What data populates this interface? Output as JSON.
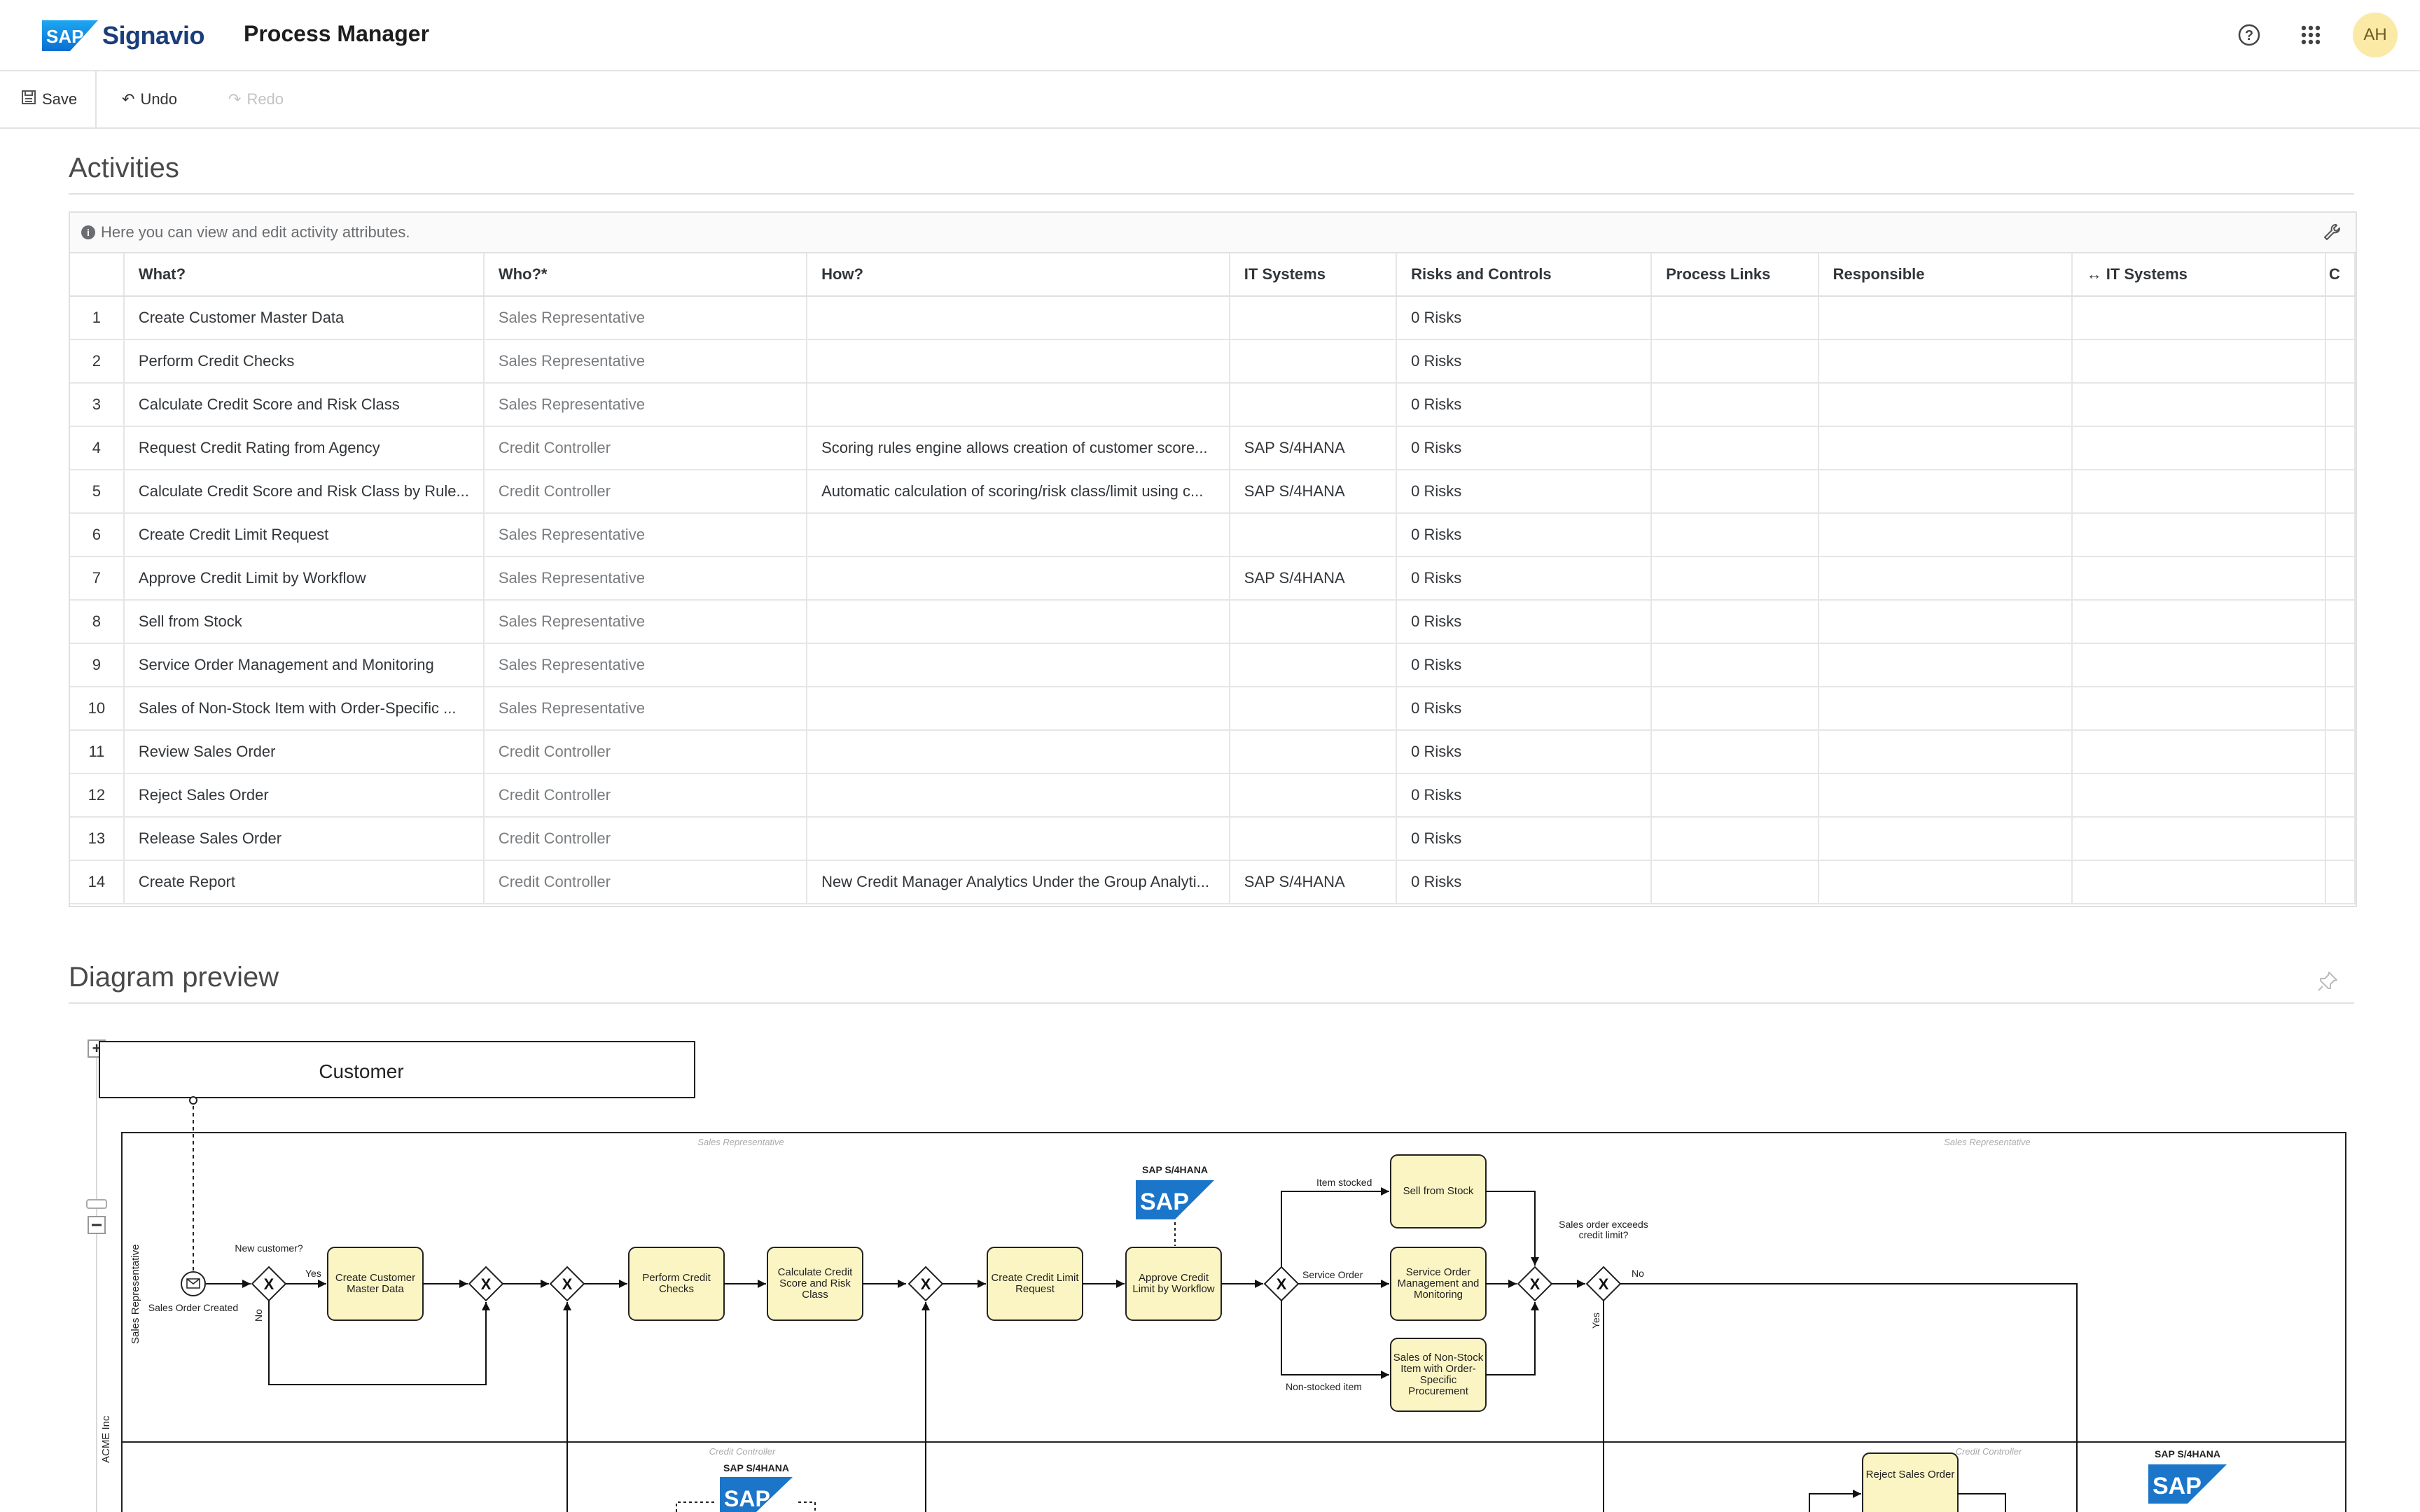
{
  "header": {
    "brand_mark": "SAP",
    "brand_name": "Signavio",
    "app_title": "Process Manager",
    "avatar_initials": "AH",
    "icons": [
      "help-icon",
      "apps-grid-icon"
    ]
  },
  "toolbar": {
    "save_label": "Save",
    "undo_label": "Undo",
    "redo_label": "Redo"
  },
  "activities": {
    "title": "Activities",
    "info_text": "Here you can view and edit activity attributes.",
    "columns": [
      "What?",
      "Who?*",
      "How?",
      "IT Systems",
      "Risks and Controls",
      "Process Links",
      "Responsible",
      "↔ IT Systems",
      "C"
    ],
    "rows": [
      {
        "n": "1",
        "what": "Create Customer Master Data",
        "who": "Sales Representative",
        "how": "",
        "it": "",
        "risks": "0 Risks"
      },
      {
        "n": "2",
        "what": "Perform Credit Checks",
        "who": "Sales Representative",
        "how": "",
        "it": "",
        "risks": "0 Risks"
      },
      {
        "n": "3",
        "what": "Calculate Credit Score and Risk Class",
        "who": "Sales Representative",
        "how": "",
        "it": "",
        "risks": "0 Risks"
      },
      {
        "n": "4",
        "what": "Request Credit Rating from Agency",
        "who": "Credit Controller",
        "how": "Scoring rules engine allows creation of customer score...",
        "it": "SAP S/4HANA",
        "risks": "0 Risks"
      },
      {
        "n": "5",
        "what": "Calculate Credit Score and Risk Class by Rule...",
        "who": "Credit Controller",
        "how": "Automatic calculation of scoring/risk class/limit using c...",
        "it": "SAP S/4HANA",
        "risks": "0 Risks"
      },
      {
        "n": "6",
        "what": "Create Credit Limit Request",
        "who": "Sales Representative",
        "how": "",
        "it": "",
        "risks": "0 Risks"
      },
      {
        "n": "7",
        "what": "Approve Credit Limit by Workflow",
        "who": "Sales Representative",
        "how": "",
        "it": "SAP S/4HANA",
        "risks": "0 Risks"
      },
      {
        "n": "8",
        "what": "Sell from Stock",
        "who": "Sales Representative",
        "how": "",
        "it": "",
        "risks": "0 Risks"
      },
      {
        "n": "9",
        "what": "Service Order Management and Monitoring",
        "who": "Sales Representative",
        "how": "",
        "it": "",
        "risks": "0 Risks"
      },
      {
        "n": "10",
        "what": "Sales of Non-Stock Item with Order-Specific ...",
        "who": "Sales Representative",
        "how": "",
        "it": "",
        "risks": "0 Risks"
      },
      {
        "n": "11",
        "what": "Review Sales Order",
        "who": "Credit Controller",
        "how": "",
        "it": "",
        "risks": "0 Risks"
      },
      {
        "n": "12",
        "what": "Reject Sales Order",
        "who": "Credit Controller",
        "how": "",
        "it": "",
        "risks": "0 Risks"
      },
      {
        "n": "13",
        "what": "Release Sales Order",
        "who": "Credit Controller",
        "how": "",
        "it": "",
        "risks": "0 Risks"
      },
      {
        "n": "14",
        "what": "Create Report",
        "who": "Credit Controller",
        "how": "New Credit Manager Analytics Under the Group Analyti...",
        "it": "SAP S/4HANA",
        "risks": "0 Risks"
      }
    ]
  },
  "diagram": {
    "title": "Diagram preview",
    "pool_customer": "Customer",
    "pool_company": "ACME Inc",
    "lane_sales": "Sales Representative",
    "lane_credit": "Credit Controller",
    "start_event": "Sales Order Created",
    "gw_new_customer": "New customer?",
    "yes": "Yes",
    "no": "No",
    "task_create_master": "Create Customer Master Data",
    "task_perform_checks": "Perform Credit Checks",
    "task_calc_score": "Calculate Credit Score and Risk Class",
    "task_credit_limit_req": "Create Credit Limit Request",
    "task_approve": "Approve Credit Limit by Workflow",
    "sap_system": "SAP S/4HANA",
    "item_stocked": "Item stocked",
    "service_order": "Service Order",
    "non_stocked": "Non-stocked item",
    "task_sell_stock": "Sell from Stock",
    "task_service_order": "Service Order Management and Monitoring",
    "task_non_stock": "Sales of Non-Stock Item with Order-Specific Procurement",
    "gw_exceeds": "Sales order exceeds credit limit?",
    "task_reject": "Reject Sales Order"
  }
}
